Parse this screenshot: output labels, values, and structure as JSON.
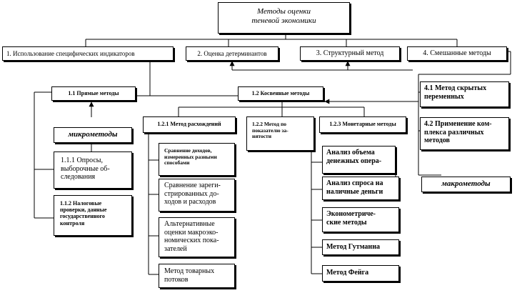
{
  "root": {
    "line1": "Методы оценки",
    "line2": "теневой экономики"
  },
  "level1": [
    {
      "label": "1. Использование специфических индикаторов"
    },
    {
      "label": "2. Оценка детерминантов"
    },
    {
      "label": "3. Структурный метод"
    },
    {
      "label": "4. Смешанные методы"
    }
  ],
  "direct": {
    "label": "1.1 Прямые методы",
    "micro": "микрометоды",
    "item1": {
      "lines": [
        "1.1.1 Опросы,",
        "выборочные об-",
        "следования"
      ]
    },
    "item2": {
      "lines": [
        "1.1.2 Налоговые",
        "проверки, данные",
        "государственного",
        "контроля"
      ]
    }
  },
  "indirect": {
    "label": "1.2 Косвенные методы"
  },
  "discrepancy": {
    "label": "1.2.1 Метод расхождений",
    "items": [
      {
        "lines": [
          "Сравнение доходов,",
          "измеренных разными",
          "способами"
        ]
      },
      {
        "lines": [
          "Сравнение зареги-",
          "стрированных до-",
          "ходов и расходов"
        ]
      },
      {
        "lines": [
          "Альтернативные",
          "оценки макроэко-",
          "номических пока-",
          "зателей"
        ]
      },
      {
        "lines": [
          "Метод товарных",
          "потоков"
        ]
      }
    ]
  },
  "employment": {
    "lines": [
      "1.2.2 Метод по",
      "показателю за-",
      "нятости"
    ]
  },
  "monetary": {
    "label": "1.2.3 Монетарные методы",
    "items": [
      {
        "lines": [
          "Анализ объема",
          "денежных опера-"
        ]
      },
      {
        "lines": [
          "Анализ спроса на",
          "наличные деньги"
        ]
      },
      {
        "lines": [
          "Эконометриче-",
          "ские методы"
        ]
      },
      {
        "lines": [
          "Метод Гутманна"
        ]
      },
      {
        "lines": [
          "Метод Фейга"
        ]
      }
    ]
  },
  "mixed": {
    "hidden": {
      "lines": [
        "4.1 Метод скрытых",
        "переменных"
      ]
    },
    "complex": {
      "lines": [
        "4.2 Применение ком-",
        "плекса различных",
        "методов"
      ]
    },
    "macro": "макрометоды"
  }
}
